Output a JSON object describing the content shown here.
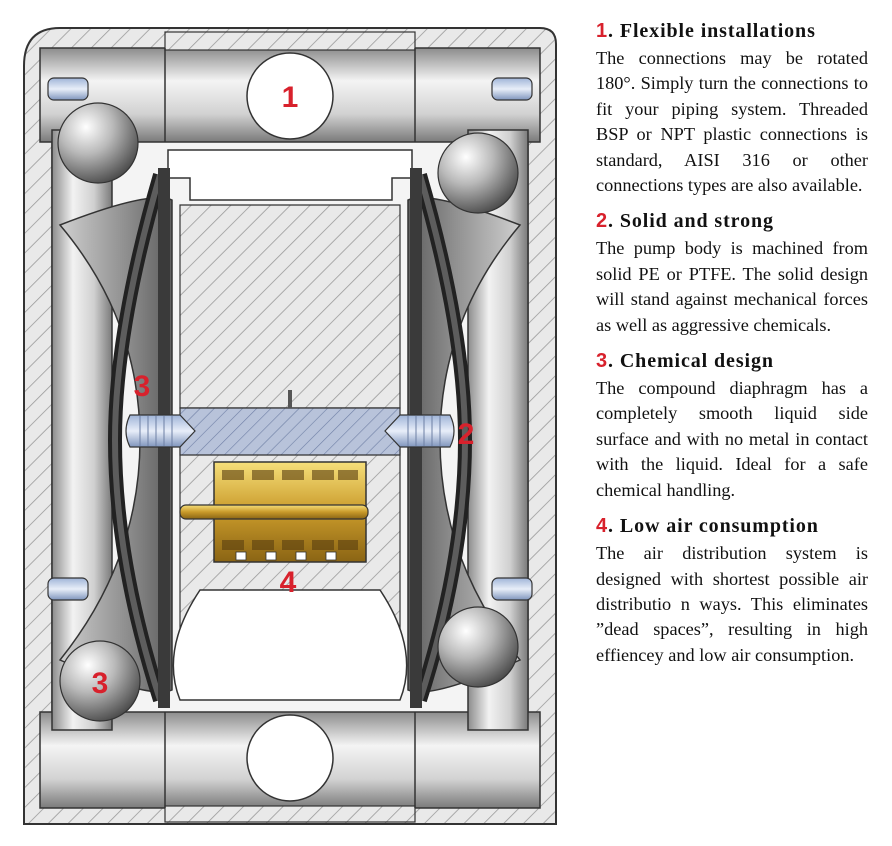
{
  "diagram": {
    "callouts": {
      "top_port": "1",
      "right_chamber": "2",
      "left_diaphragm": "3",
      "bottom_left_ball": "3",
      "air_valve": "4"
    }
  },
  "features": [
    {
      "number": "1",
      "title": ". Flexible installations",
      "text": "The connections may be rotated 180°. Simply turn the connections to fit your piping system. Threaded BSP or NPT plastic connections is standard, AISI 316 or other connections types are also available."
    },
    {
      "number": "2",
      "title": ". Solid and strong",
      "text": "The pump body is machined from solid PE or PTFE. The solid design will stand against mechanical forces as well as aggressive chemicals."
    },
    {
      "number": "3",
      "title": ". Chemical design",
      "text": "The compound diaphragm has a completely smooth liquid side surface and with no metal in contact with the liquid. Ideal for a safe chemical handling."
    },
    {
      "number": "4",
      "title": ". Low air consumption",
      "text": "The air distribution system is designed with shortest possible air distributio n ways. This eliminates ”dead spaces”, resulting in high effiencey and low air consumption."
    }
  ]
}
